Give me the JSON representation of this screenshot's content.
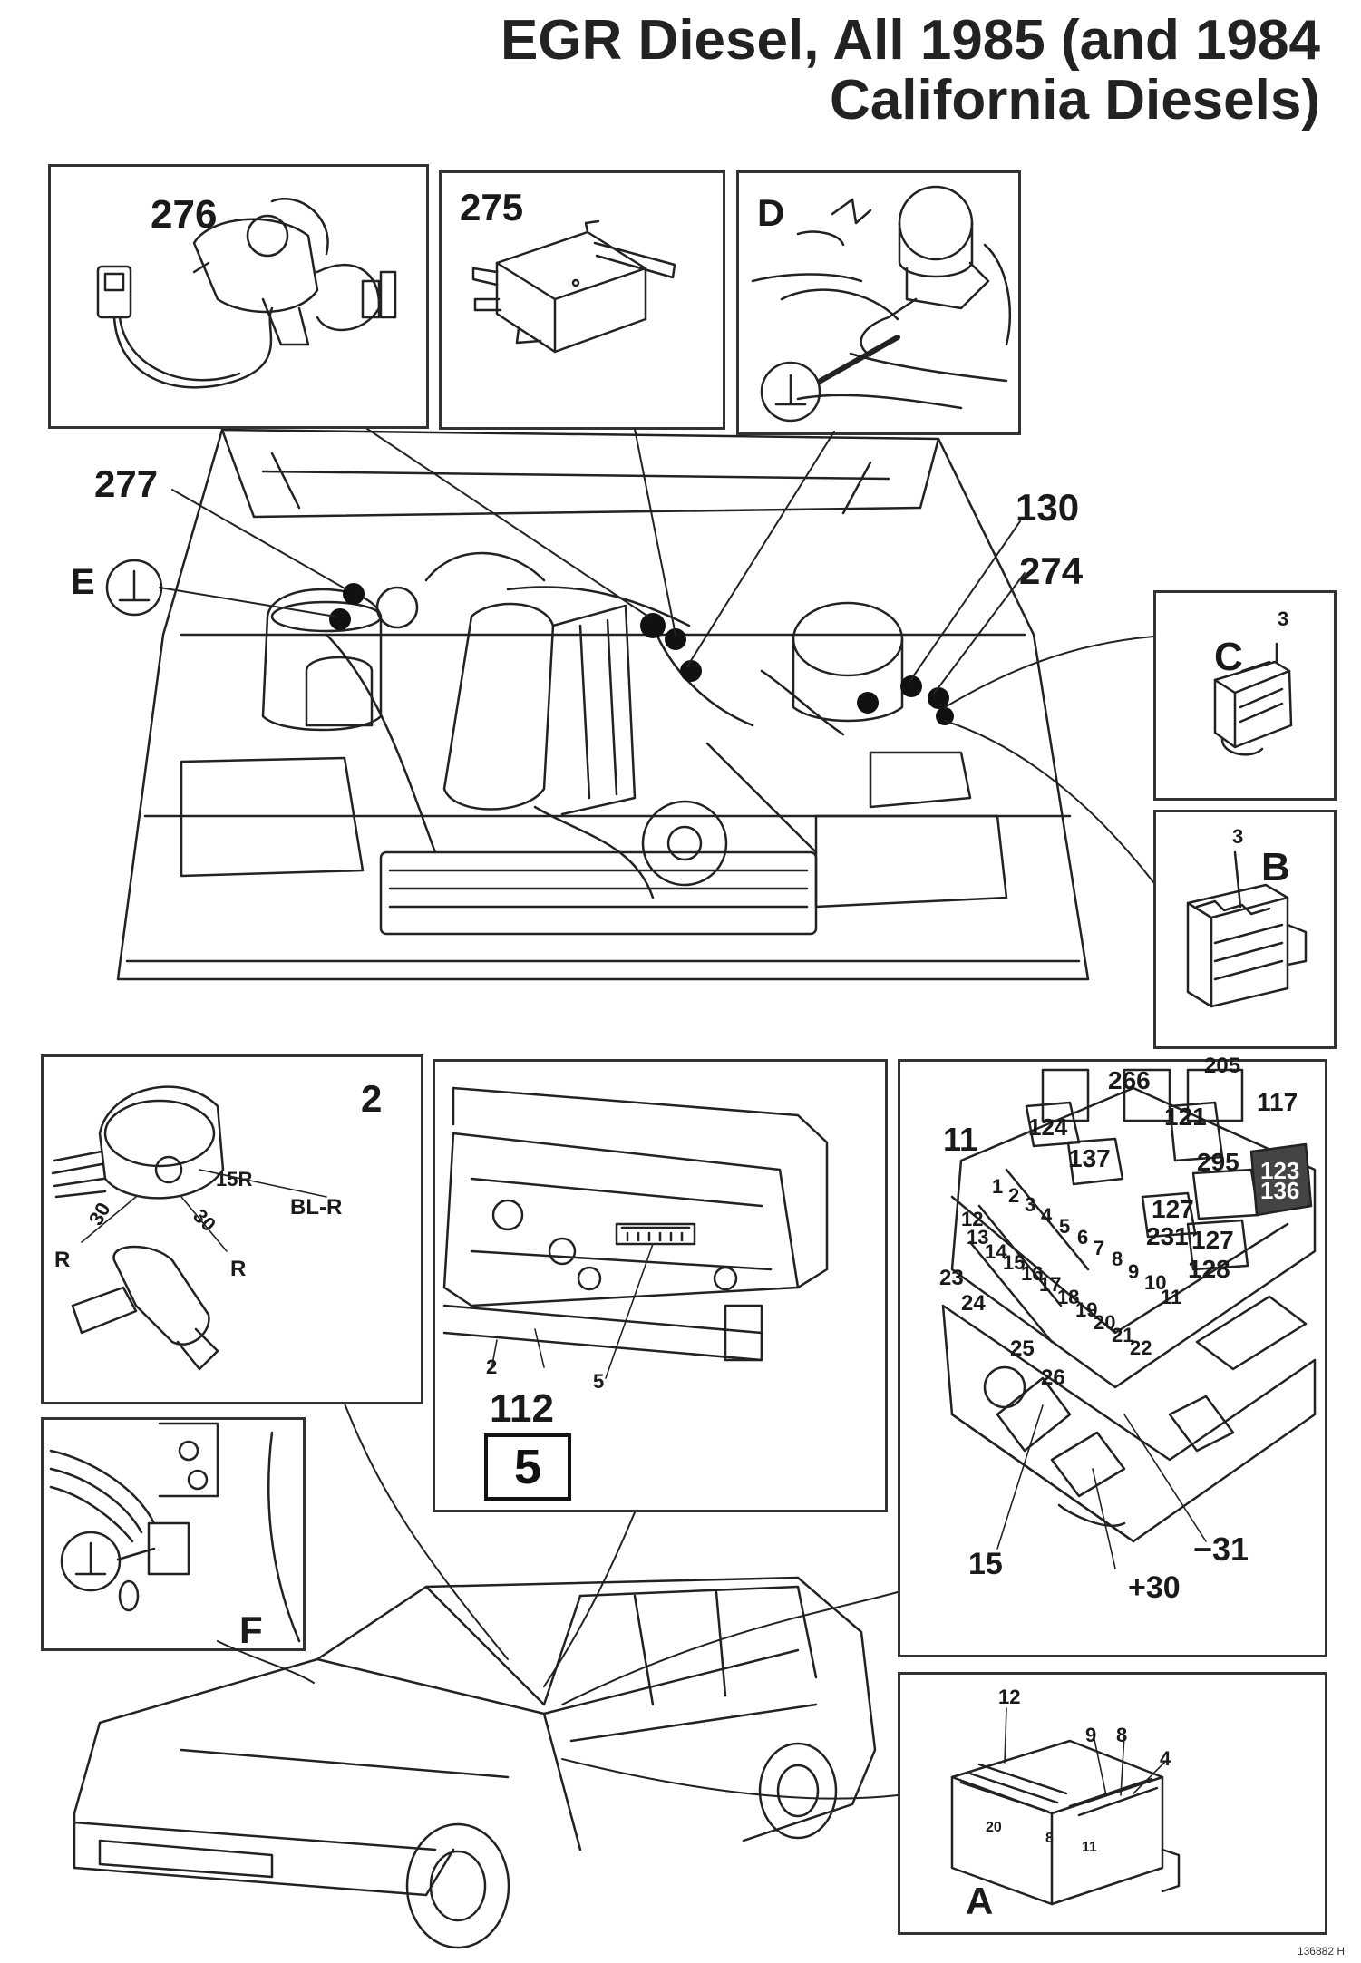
{
  "title": {
    "line1": "EGR Diesel, All 1985 (and 1984",
    "line2": "California Diesels)"
  },
  "insets": {
    "i276": "276",
    "i275": "275",
    "iD": "D",
    "iC": "C",
    "iC_pin": "3",
    "iB": "B",
    "iB_pin": "3",
    "i2": "2",
    "i2_15R": "15R",
    "i2_BLR": "BL-R",
    "i2_30a": "30",
    "i2_30b": "30",
    "i2_Ra": "R",
    "i2_Rb": "R",
    "i112": "112",
    "i112_box": "5",
    "i112_2": "2",
    "i112_5": "5",
    "iF": "F",
    "iA": "A",
    "iA_12": "12",
    "iA_9": "9",
    "iA_8": "8",
    "iA_4": "4",
    "iA_20": "20",
    "iA_8b": "8",
    "iA_11": "11"
  },
  "engine_labels": {
    "l277": "277",
    "lE": "E",
    "l130": "130",
    "l274": "274"
  },
  "fuse_labels": {
    "f266": "266",
    "f205": "205",
    "f117": "117",
    "f121": "121",
    "f124": "124",
    "f11": "11",
    "f137": "137",
    "f295": "295",
    "f123": "123",
    "f136": "136",
    "f127a": "127",
    "f231": "231",
    "f127b": "127",
    "f128": "128",
    "f23": "23",
    "f24": "24",
    "f25": "25",
    "f26": "26",
    "f15": "15",
    "f30": "+30",
    "f31": "−31",
    "fuses": [
      "1",
      "2",
      "3",
      "4",
      "5",
      "6",
      "7",
      "8",
      "9",
      "10",
      "11",
      "12",
      "13",
      "14",
      "15",
      "16",
      "17",
      "18",
      "19",
      "20",
      "21",
      "22"
    ]
  },
  "figure_code": "136882 H"
}
